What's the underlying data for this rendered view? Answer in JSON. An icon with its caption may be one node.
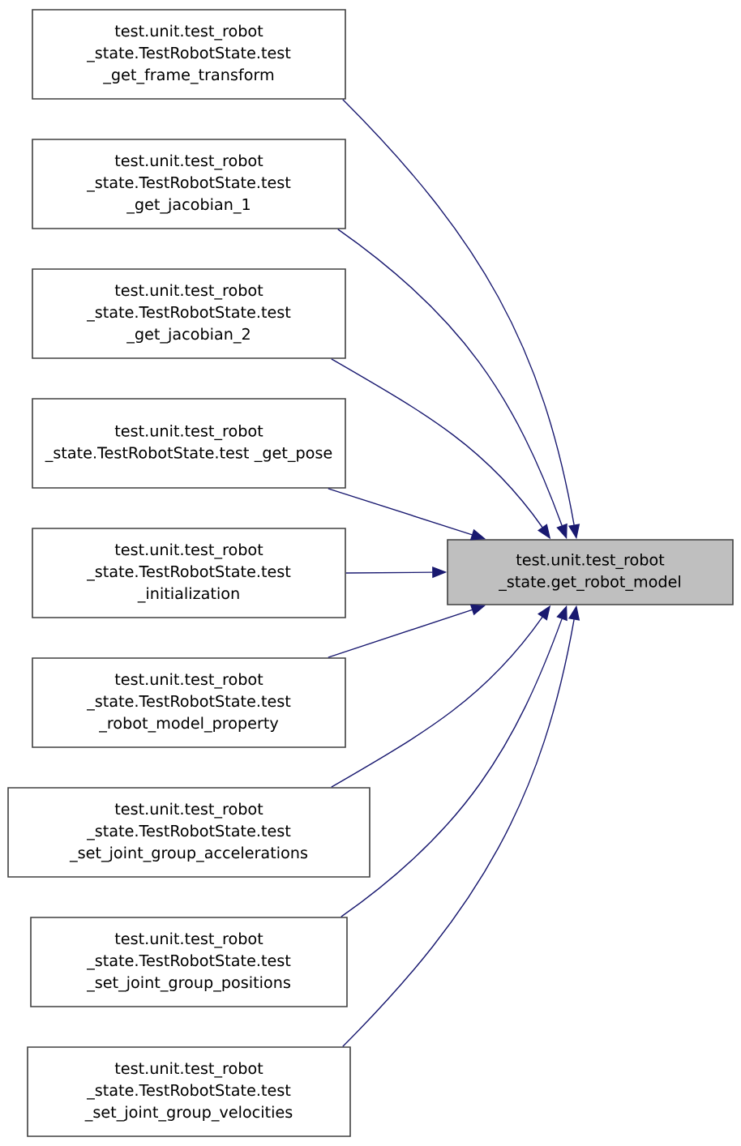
{
  "diagram": {
    "nodes": [
      {
        "text": [
          "test.unit.test_robot _state.TestRobotState.test _get_frame_transform"
        ]
      },
      {
        "text": [
          "test.unit.test_robot _state.TestRobotState.test _get_jacobian_1"
        ]
      },
      {
        "text": [
          "test.unit.test_robot _state.TestRobotState.test _get_jacobian_2"
        ]
      },
      {
        "text": [
          "test.unit.test_robot _state.TestRobotState.test _get_pose"
        ]
      },
      {
        "text": [
          "test.unit.test_robot _state.TestRobotState.test _initialization"
        ]
      },
      {
        "text": [
          "test.unit.test_robot _state.get_robot_model"
        ]
      },
      {
        "text": [
          "test.unit.test_robot _state.TestRobotState.test _robot_model_property"
        ]
      },
      {
        "text": [
          "test.unit.test_robot _state.TestRobotState.test _set_joint_group_accelerations"
        ]
      },
      {
        "text": [
          "test.unit.test_robot _state.TestRobotState.test _set_joint_group_positions"
        ]
      },
      {
        "text": [
          "test.unit.test_robot _state.TestRobotState.test _set_joint_group_velocities"
        ]
      }
    ],
    "edges": [
      {
        "from": 0,
        "to": 5,
        "arrow": "to"
      },
      {
        "from": 1,
        "to": 5,
        "arrow": "to"
      },
      {
        "from": 2,
        "to": 5,
        "arrow": "to"
      },
      {
        "from": 3,
        "to": 5,
        "arrow": "to"
      },
      {
        "from": 4,
        "to": 5,
        "arrow": "to"
      },
      {
        "from": 6,
        "to": 5,
        "arrow": "to"
      },
      {
        "from": 7,
        "to": 5,
        "arrow": "to"
      },
      {
        "from": 8,
        "to": 5,
        "arrow": "to"
      },
      {
        "from": 9,
        "to": 5,
        "arrow": "to"
      }
    ]
  }
}
